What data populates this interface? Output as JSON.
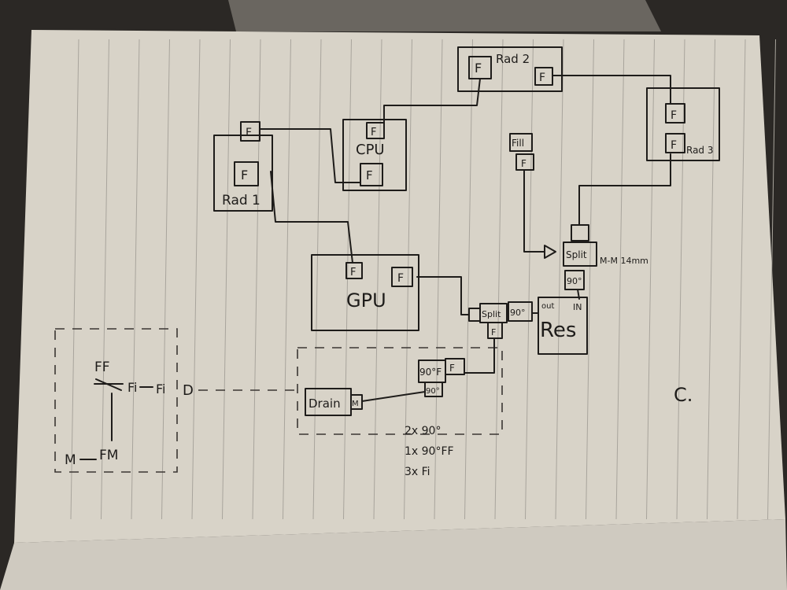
{
  "components": {
    "rad2": {
      "label": "Rad 2",
      "fitting": "F"
    },
    "rad1": {
      "label": "Rad 1",
      "fitting": "F"
    },
    "rad3": {
      "label": "Rad 3",
      "fitting": "F"
    },
    "cpu": {
      "label": "CPU",
      "fitting": "F"
    },
    "gpu": {
      "label": "GPU",
      "fitting": "F"
    },
    "fill": {
      "label": "Fill",
      "fitting": "F"
    },
    "split_top": {
      "label": "Split",
      "note": "M-M 14mm",
      "elbow": "90°"
    },
    "split_bottom": {
      "label": "Split",
      "elbow": "90°",
      "fitting": "F"
    },
    "res": {
      "label": "Res",
      "out": "out",
      "in": "IN"
    },
    "drain": {
      "label": "Drain",
      "fitting": "M",
      "elbow_ff": "90°F",
      "elbow": "90°",
      "fitting_f": "F"
    }
  },
  "detail": {
    "ff": "FF",
    "fi": "Fi",
    "fi2": "Fi",
    "d": "D",
    "m": "M",
    "fm": "FM"
  },
  "parts_list": [
    "2x 90°",
    "1x 90°FF",
    "3x Fi"
  ],
  "signature": "C."
}
